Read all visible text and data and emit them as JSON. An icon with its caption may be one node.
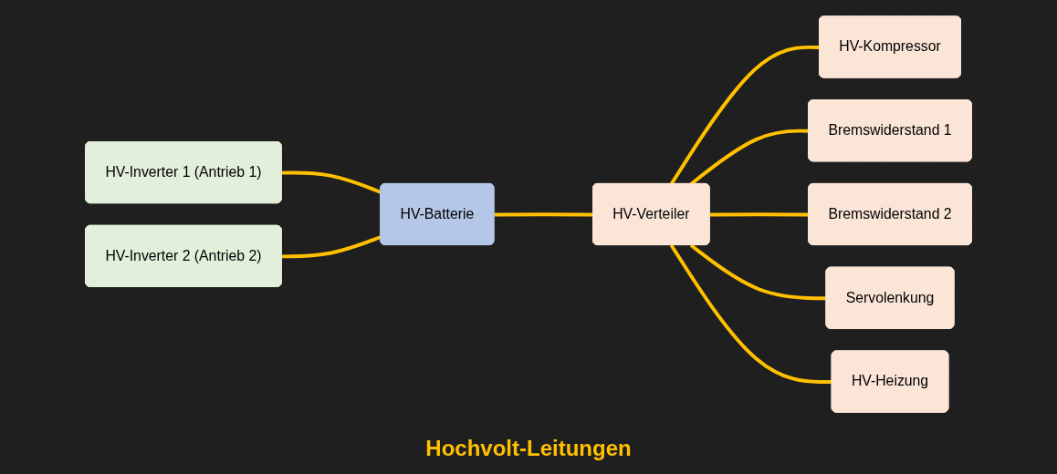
{
  "diagram": {
    "caption": "Hochvolt-Leitungen",
    "nodes": [
      {
        "text": [
          "HV-Inverter 1 (Antrieb 1)"
        ]
      },
      {
        "text": [
          "HV-Inverter 2 (Antrieb 2)"
        ]
      },
      {
        "text": [
          "HV-Batterie"
        ]
      },
      {
        "text": [
          "HV-Verteiler"
        ]
      },
      {
        "text": [
          "HV-Kompressor"
        ]
      },
      {
        "text": [
          "Bremswiderstand 1"
        ]
      },
      {
        "text": [
          "Bremswiderstand 2"
        ]
      },
      {
        "text": [
          "Servolenkung"
        ]
      },
      {
        "text": [
          "HV-Heizung"
        ]
      }
    ],
    "edges": [
      {
        "from": 0,
        "to": 2,
        "arrow": "none"
      },
      {
        "from": 1,
        "to": 2,
        "arrow": "none"
      },
      {
        "from": 2,
        "to": 3,
        "arrow": "none"
      },
      {
        "from": 3,
        "to": 4,
        "arrow": "none"
      },
      {
        "from": 3,
        "to": 5,
        "arrow": "none"
      },
      {
        "from": 3,
        "to": 6,
        "arrow": "none"
      },
      {
        "from": 3,
        "to": 7,
        "arrow": "none"
      },
      {
        "from": 3,
        "to": 8,
        "arrow": "none"
      }
    ]
  }
}
